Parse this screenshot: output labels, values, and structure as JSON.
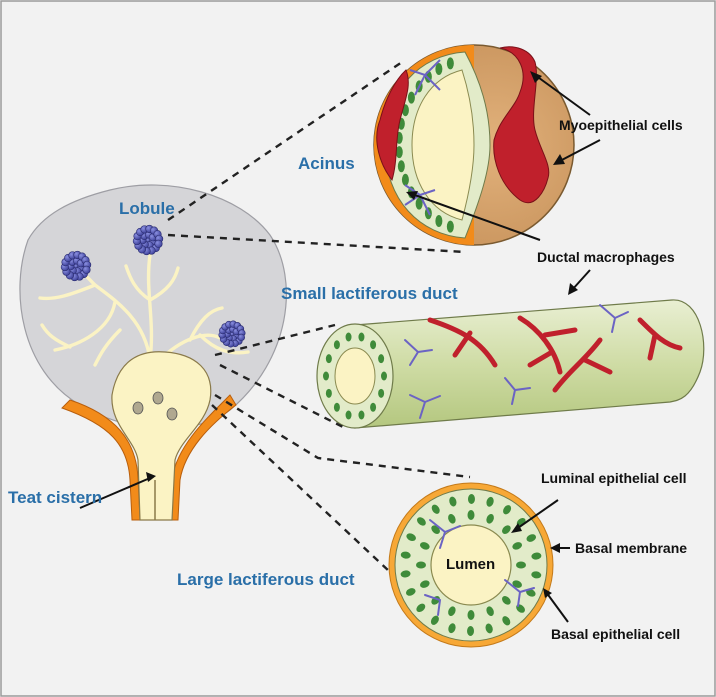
{
  "labels": {
    "lobule": "Lobule",
    "acinus": "Acinus",
    "small_duct": "Small lactiferous duct",
    "large_duct": "Large lactiferous duct",
    "teat_cistern": "Teat cistern",
    "myoepithelial": "Myoepithelial cells",
    "macrophages": "Ductal macrophages",
    "luminal": "Luminal epithelial cell",
    "basal_membrane": "Basal membrane",
    "basal_epithelial": "Basal epithelial cell",
    "lumen": "Lumen"
  },
  "colors": {
    "label_blue": "#2a6fa8",
    "background_panel": "#f2f2f2",
    "gland_gray": "#d5d5d8",
    "duct_cream": "#fbf3c4",
    "teat_orange": "#f28b1a",
    "alveoli_blue": "#4b4fa8",
    "epithelium_green": "#e2ebc9",
    "nucleus_green": "#3f8b3a",
    "myoepithelial_red": "#c0202c",
    "macrophage_purple": "#6b63c4",
    "membrane_orange": "#f7a836"
  }
}
